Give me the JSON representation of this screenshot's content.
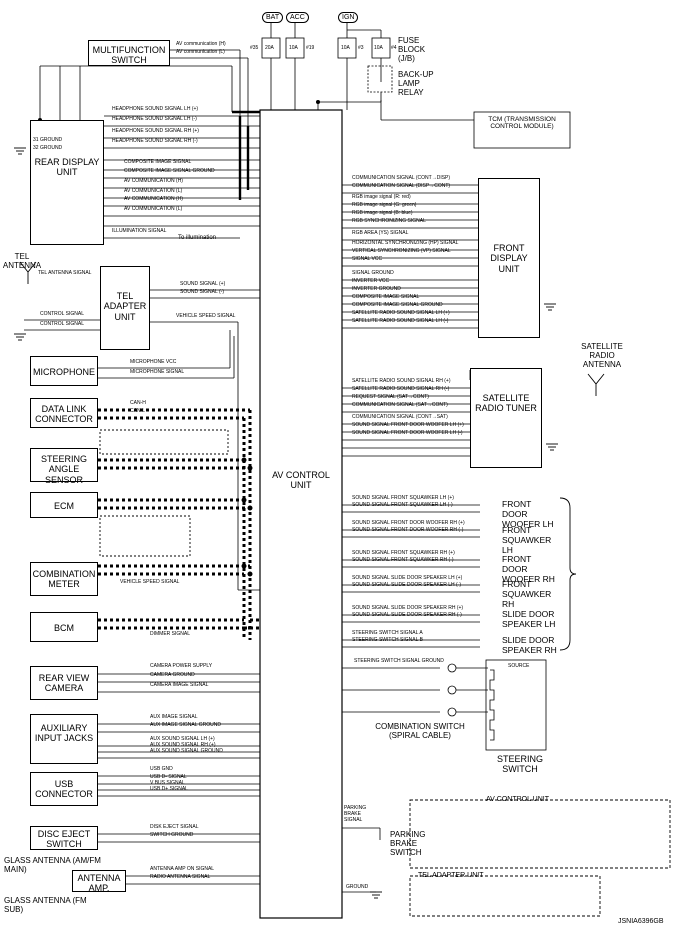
{
  "fuse": {
    "bat": "BAT",
    "acc": "ACC",
    "ign": "IGN",
    "f1_amp": "20A",
    "f1_num": "#35",
    "f2_amp": "10A",
    "f2_num": "#19",
    "f3_amp": "10A",
    "f3_num": "#3",
    "f4_amp": "10A",
    "f4_num": "#4",
    "block_label": "FUSE BLOCK (J/B)",
    "relay_label": "BACK-UP LAMP RELAY"
  },
  "left": {
    "multifunction_switch": "MULTIFUNCTION SWITCH",
    "rear_display_unit": "REAR DISPLAY UNIT",
    "tel_antenna": "TEL ANTENNA",
    "tel_adapter_unit": "TEL ADAPTER UNIT",
    "microphone": "MICROPHONE",
    "data_link_connector": "DATA LINK CONNECTOR",
    "steering_angle_sensor": "STEERING ANGLE SENSOR",
    "ecm": "ECM",
    "combination_meter": "COMBINATION METER",
    "bcm": "BCM",
    "rear_view_camera": "REAR VIEW CAMERA",
    "auxiliary_input_jacks": "AUXILIARY INPUT JACKS",
    "usb_connector": "USB CONNECTOR",
    "disc_eject_switch": "DISC EJECT SWITCH",
    "glass_antenna_main": "GLASS ANTENNA (AM/FM MAIN)",
    "antenna_amp": "ANTENNA AMP.",
    "glass_antenna_sub": "GLASS ANTENNA (FM SUB)",
    "to_illumination": "To illumination",
    "ground_31": "31 GROUND",
    "ground_32": "32 GROUND"
  },
  "center": {
    "av_control_unit": "AV CONTROL UNIT",
    "tcm": "TCM (TRANSMISSION CONTROL MODULE)"
  },
  "right": {
    "front_display_unit": "FRONT DISPLAY UNIT",
    "satellite_radio_antenna": "SATELLITE RADIO ANTENNA",
    "satellite_radio_tuner": "SATELLITE RADIO TUNER",
    "front_door_woofer_lh": "FRONT DOOR WOOFER LH",
    "front_squawker_lh": "FRONT SQUAWKER LH",
    "front_door_woofer_rh": "FRONT DOOR WOOFER RH",
    "front_squawker_rh": "FRONT SQUAWKER RH",
    "slide_door_speaker_lh": "SLIDE DOOR SPEAKER LH",
    "slide_door_speaker_rh": "SLIDE DOOR SPEAKER RH",
    "combination_switch": "COMBINATION SWITCH (SPIRAL CABLE)",
    "steering_switch": "STEERING SWITCH",
    "source": "SOURCE",
    "parking_brake_switch": "PARKING BRAKE SWITCH",
    "parking_brake_signal": "PARKING BRAKE SIGNAL",
    "ground": "GROUND"
  },
  "signals": {
    "left": [
      "AV communication (H)",
      "AV communication (L)",
      "HEADPHONE SOUND SIGNAL LH (+)",
      "HEADPHONE SOUND SIGNAL LH (-)",
      "HEADPHONE SOUND SIGNAL RH (+)",
      "HEADPHONE SOUND SIGNAL RH (-)",
      "COMPOSITE IMAGE SIGNAL",
      "COMPOSITE IMAGE SIGNAL GROUND",
      "AV COMMUNICATION (H)",
      "AV COMMUNICATION (L)",
      "AV COMMUNICATION (H)",
      "AV COMMUNICATION (L)",
      "ILLUMINATION SIGNAL",
      "TEL ANTENNA SIGNAL",
      "SOUND SIGNAL (+)",
      "SOUND SIGNAL (-)",
      "VEHICLE SPEED SIGNAL",
      "CONTROL SIGNAL",
      "CONTROL SIGNAL",
      "MICROPHONE VCC",
      "MICROPHONE SIGNAL",
      "CAN-H",
      "CAN-L",
      "VEHICLE SPEED SIGNAL",
      "DIMMER SIGNAL",
      "CAMERA POWER SUPPLY",
      "CAMERA GROUND",
      "CAMERA IMAGE SIGNAL",
      "AUX IMAGE SIGNAL",
      "AUX IMAGE SIGNAL GROUND",
      "AUX SOUND SIGNAL LH (+)",
      "AUX SOUND SIGNAL RH (+)",
      "AUX SOUND SIGNAL GROUND",
      "USB GND",
      "USB D- SIGNAL",
      "V BUS SIGNAL",
      "USB D+ SIGNAL",
      "DISK EJECT SIGNAL",
      "SWITCH GROUND",
      "ANTENNA AMP ON SIGNAL",
      "RADIO ANTENNA SIGNAL"
    ],
    "right": [
      "COMMUNICATION SIGNAL (CONT→DISP)",
      "COMMUNICATION SIGNAL (DISP→CONT)",
      "RGB image signal (R: red)",
      "RGB image signal (G: green)",
      "RGB image signal (B: blue)",
      "RGB SYNCHRONIZING SIGNAL",
      "RGB AREA (YS) SIGNAL",
      "HORIZONTAL SYNCHRONIZING (HP) SIGNAL",
      "VERTICAL SYNCHRONIZING (VP) SIGNAL",
      "SIGNAL VCC",
      "SIGNAL GROUND",
      "INVERTER VCC",
      "INVERTER GROUND",
      "COMPOSITE IMAGE SIGNAL",
      "COMPOSITE IMAGE SIGNAL GROUND",
      "SATELLITE RADIO SOUND SIGNAL LH (+)",
      "SATELLITE RADIO SOUND SIGNAL LH (-)",
      "SATELLITE RADIO SOUND SIGNAL RH (+)",
      "SATELLITE RADIO SOUND SIGNAL RH (-)",
      "REQUEST SIGNAL (SAT→CONT)",
      "COMMUNICATION SIGNAL (SAT→CONT)",
      "COMMUNICATION SIGNAL (CONT→SAT)",
      "SOUND SIGNAL FRONT DOOR WOOFER LH (+)",
      "SOUND SIGNAL FRONT DOOR WOOFER LH (-)",
      "SOUND SIGNAL FRONT SQUAWKER LH (+)",
      "SOUND SIGNAL FRONT SQUAWKER LH (-)",
      "SOUND SIGNAL FRONT DOOR WOOFER RH (+)",
      "SOUND SIGNAL FRONT DOOR WOOFER RH (-)",
      "SOUND SIGNAL FRONT SQUAWKER RH (+)",
      "SOUND SIGNAL FRONT SQUAWKER RH (-)",
      "SOUND SIGNAL SLIDE DOOR SPEAKER LH (+)",
      "SOUND SIGNAL SLIDE DOOR SPEAKER LH (-)",
      "SOUND SIGNAL SLIDE DOOR SPEAKER RH (+)",
      "SOUND SIGNAL SLIDE DOOR SPEAKER RH (-)",
      "STEERING SWITCH SIGNAL A",
      "STEERING SWITCH SIGNAL B",
      "STEERING SWITCH SIGNAL GROUND"
    ]
  },
  "connectors": {
    "av_control_unit": "AV CONTROL UNIT",
    "tel_adapter_unit": "TEL ADAPTER UNIT"
  },
  "diagram_id": "JSNIA6396GB"
}
